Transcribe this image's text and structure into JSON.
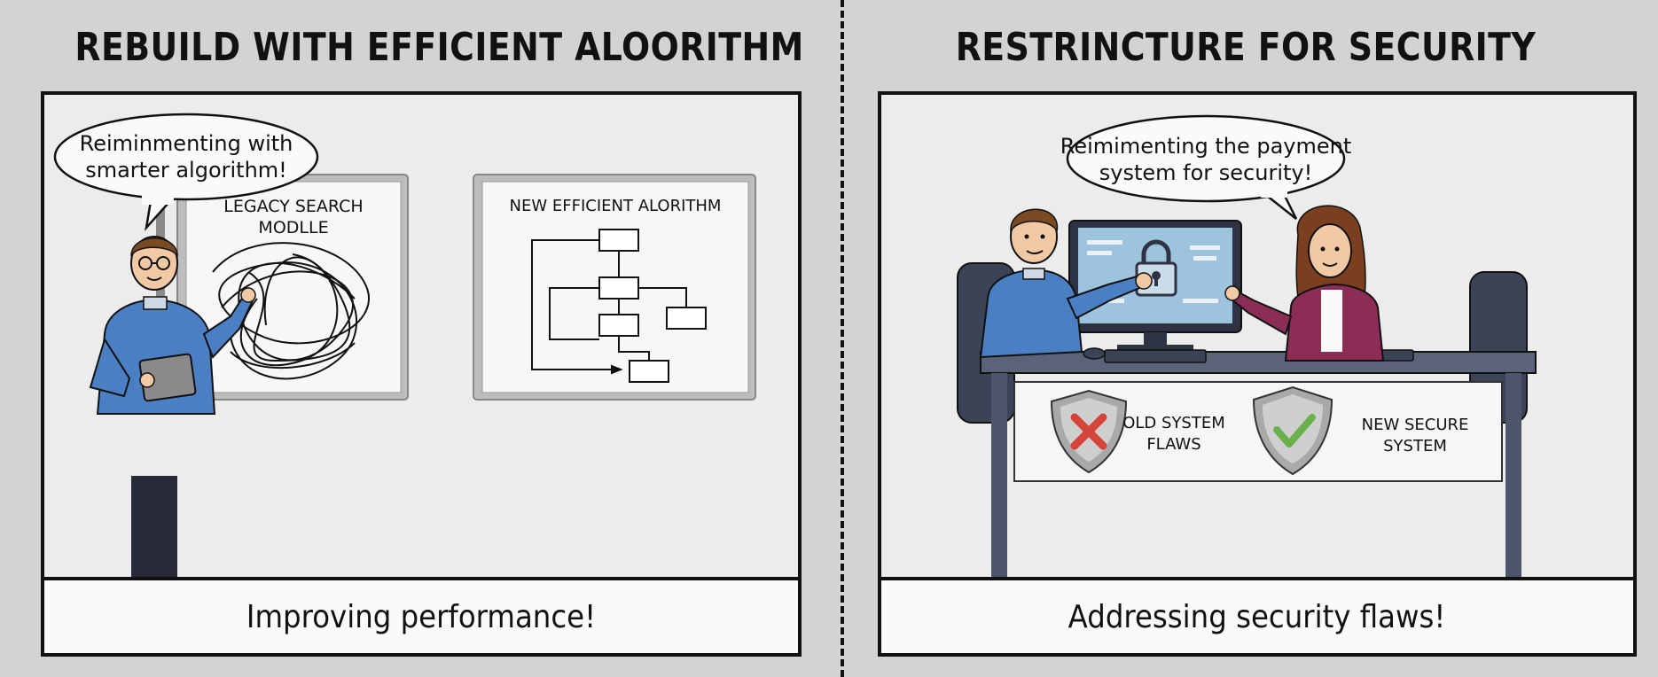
{
  "left_panel": {
    "title": "REBUILD WITH EFFICIENT ALOORITHM",
    "speech": [
      "Reiminmenting with",
      "smarter algorithm!"
    ],
    "board_legacy_label": [
      "LEGACY SEARCH",
      "MODLLE"
    ],
    "board_new_label": "NEW EFFICIENT ALORITHM",
    "caption": "Improving performance!"
  },
  "right_panel": {
    "title": "RESTRINCTURE FOR SECURITY",
    "speech": [
      "Reimimenting the payment",
      "system for security!"
    ],
    "old_shield_label": [
      "OLD SYSTEM",
      "FLAWS"
    ],
    "new_shield_label": [
      "NEW SECURE",
      "SYSTEM"
    ],
    "caption": "Addressing security flaws!"
  },
  "colors": {
    "background": "#d3d3d3",
    "shirt_blue": "#4a7fc4",
    "cardigan_magenta": "#8c2d55",
    "monitor_screen": "#9ec3dc",
    "cross_red": "#d6453b",
    "check_green": "#6ab04c"
  }
}
